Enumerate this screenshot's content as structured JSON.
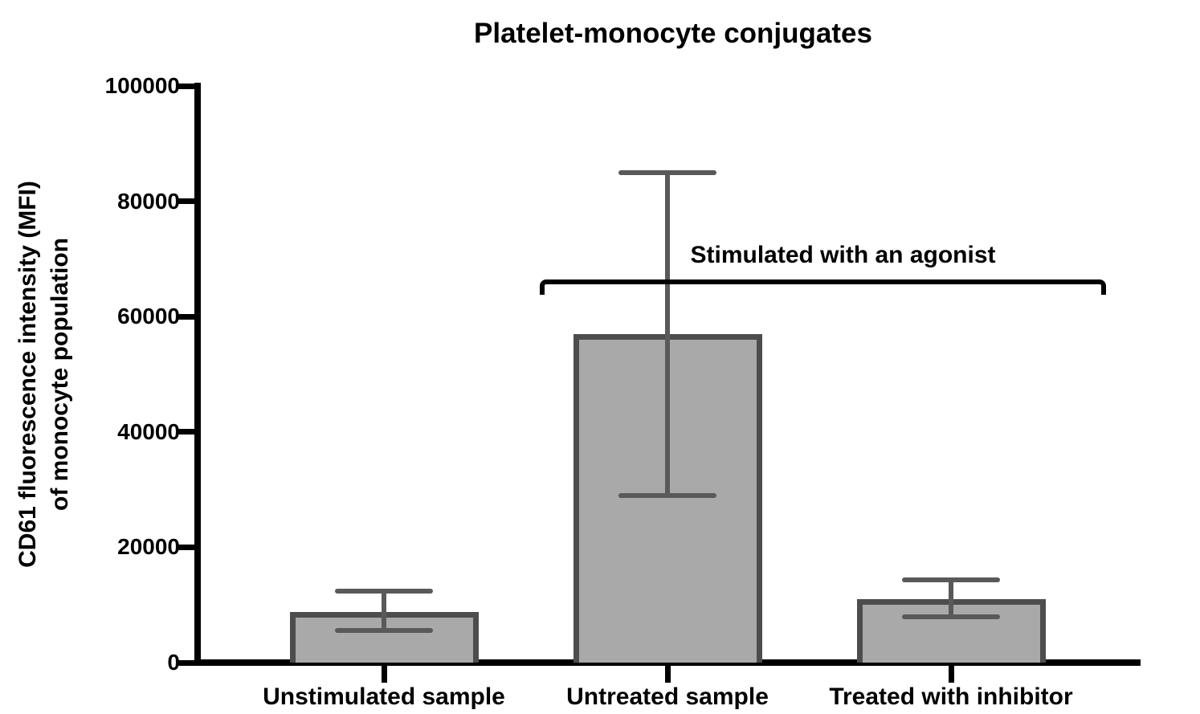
{
  "chart_data": {
    "type": "bar",
    "title": "Platelet-monocyte conjugates",
    "ylabel_line1": "CD61 fluorescence intensity (MFI)",
    "ylabel_line2": "of monocyte population",
    "xlabel": "",
    "categories": [
      "Unstimulated sample",
      "Untreated sample",
      "Treated with inhibitor"
    ],
    "values": [
      8800,
      57000,
      11000
    ],
    "error_low": [
      5600,
      29000,
      8000
    ],
    "error_high": [
      12400,
      85000,
      14300
    ],
    "ylim": [
      0,
      100000
    ],
    "yticks": [
      0,
      20000,
      40000,
      60000,
      80000,
      100000
    ],
    "ytick_labels": [
      "0",
      "20000",
      "40000",
      "60000",
      "80000",
      "100000"
    ],
    "grid": false,
    "legend": false,
    "annotation": {
      "label": "Stimulated with an agonist",
      "bracket_value": 66500,
      "spans_categories": [
        "Untreated sample",
        "Treated with inhibitor"
      ]
    },
    "colors": {
      "bar_fill": "#a9a9a9",
      "bar_border": "#4d4d4d",
      "error_bar": "#595959",
      "axis": "#000000",
      "text": "#000000",
      "background": "#ffffff"
    }
  }
}
